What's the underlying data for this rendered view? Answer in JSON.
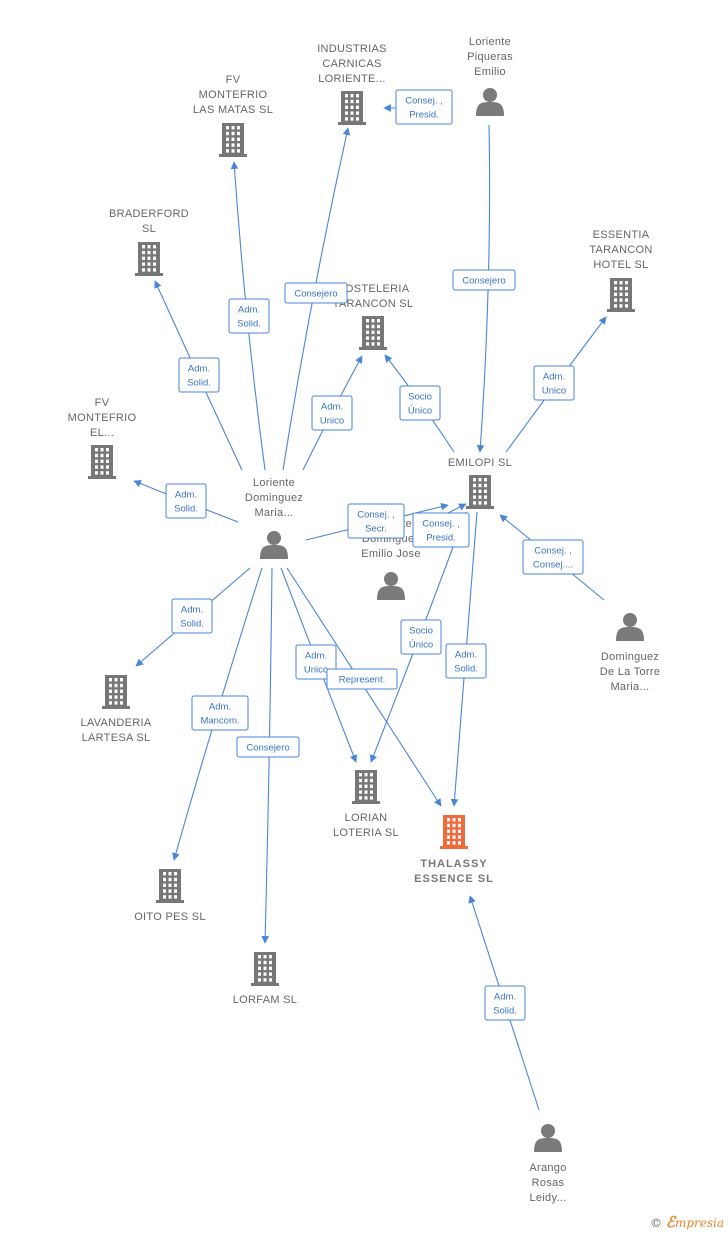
{
  "colors": {
    "edge": "#4a86d8",
    "company": "#777777",
    "focus_company": "#f06a3c",
    "person": "#7a7a7a"
  },
  "nodes": [
    {
      "id": "fv_montefrio_matas",
      "type": "company",
      "lines": [
        "FV",
        "MONTEFRIO",
        "LAS MATAS  SL"
      ]
    },
    {
      "id": "industrias_carnicas",
      "type": "company",
      "lines": [
        "INDUSTRIAS",
        "CARNICAS",
        "LORIENTE..."
      ]
    },
    {
      "id": "loriente_piqueras",
      "type": "person",
      "lines": [
        "Loriente",
        "Piqueras",
        "Emilio"
      ]
    },
    {
      "id": "braderford",
      "type": "company",
      "lines": [
        "BRADERFORD",
        "SL"
      ]
    },
    {
      "id": "hosteleria_tarancon",
      "type": "company",
      "lines": [
        "HOSTELERIA",
        "TARANCON  SL"
      ]
    },
    {
      "id": "essentia_tarancon",
      "type": "company",
      "lines": [
        "ESSENTIA",
        "TARANCON",
        "HOTEL  SL"
      ]
    },
    {
      "id": "fv_montefrio_el",
      "type": "company",
      "lines": [
        "FV",
        "MONTEFRIO",
        "EL..."
      ]
    },
    {
      "id": "emilopi",
      "type": "company",
      "lines": [
        "EMILOPI SL"
      ]
    },
    {
      "id": "loriente_dominguez_maria",
      "type": "person",
      "lines": [
        "Loriente",
        "Dominguez",
        "Maria..."
      ]
    },
    {
      "id": "loriente_dominguez_emilio",
      "type": "person",
      "lines": [
        "Loriente",
        "Dominguez",
        "Emilio Jose"
      ]
    },
    {
      "id": "dominguez_torre",
      "type": "person",
      "lines": [
        "Dominguez",
        "De La Torre",
        "Maria..."
      ]
    },
    {
      "id": "lavanderia_lartesa",
      "type": "company",
      "lines": [
        "LAVANDERIA",
        "LARTESA  SL"
      ]
    },
    {
      "id": "lorian_loteria",
      "type": "company",
      "lines": [
        "LORIAN",
        "LOTERIA  SL"
      ]
    },
    {
      "id": "thalassy_essence",
      "type": "focus",
      "lines": [
        "THALASSY",
        "ESSENCE  SL"
      ]
    },
    {
      "id": "oito_pes",
      "type": "company",
      "lines": [
        "OITO PES  SL"
      ]
    },
    {
      "id": "lorfam",
      "type": "company",
      "lines": [
        "LORFAM  SL"
      ]
    },
    {
      "id": "arango_rosas",
      "type": "person",
      "lines": [
        "Arango",
        "Rosas",
        "Leidy..."
      ]
    }
  ],
  "edges": [
    {
      "id": "e1",
      "from": "loriente_piqueras",
      "to": "industrias_carnicas",
      "label": [
        "Consej. ,",
        "Presid."
      ]
    },
    {
      "id": "e2",
      "from": "loriente_piqueras",
      "to": "emilopi",
      "label": [
        "Consejero"
      ]
    },
    {
      "id": "e3",
      "from": "loriente_dominguez_maria",
      "to": "industrias_carnicas",
      "label": [
        "Consejero"
      ]
    },
    {
      "id": "e4",
      "from": "loriente_dominguez_maria",
      "to": "fv_montefrio_matas",
      "label": [
        "Adm.",
        "Solid."
      ]
    },
    {
      "id": "e5",
      "from": "loriente_dominguez_maria",
      "to": "braderford",
      "label": [
        "Adm.",
        "Solid."
      ]
    },
    {
      "id": "e6",
      "from": "loriente_dominguez_maria",
      "to": "hosteleria_tarancon",
      "label": [
        "Adm.",
        "Unico"
      ]
    },
    {
      "id": "e7",
      "from": "emilopi",
      "to": "hosteleria_tarancon",
      "label": [
        "Socio",
        "Único"
      ]
    },
    {
      "id": "e8",
      "from": "emilopi",
      "to": "essentia_tarancon",
      "label": [
        "Adm.",
        "Unico"
      ]
    },
    {
      "id": "e9",
      "from": "loriente_dominguez_maria",
      "to": "fv_montefrio_el",
      "label": [
        "Adm.",
        "Solid."
      ]
    },
    {
      "id": "e10",
      "from": "loriente_dominguez_maria",
      "to": "emilopi",
      "label": [
        "Consej. ,",
        "Secr."
      ]
    },
    {
      "id": "e11",
      "from": "loriente_dominguez_emilio",
      "to": "emilopi",
      "label": [
        "Consej. ,",
        "Presid."
      ]
    },
    {
      "id": "e12",
      "from": "dominguez_torre",
      "to": "emilopi",
      "label": [
        "Consej. ,",
        "Consej...."
      ]
    },
    {
      "id": "e13",
      "from": "loriente_dominguez_maria",
      "to": "lavanderia_lartesa",
      "label": [
        "Adm.",
        "Solid."
      ]
    },
    {
      "id": "e14",
      "from": "loriente_dominguez_maria",
      "to": "oito_pes",
      "label": [
        "Adm.",
        "Mancom."
      ]
    },
    {
      "id": "e15",
      "from": "loriente_dominguez_maria",
      "to": "lorfam",
      "label": [
        "Consejero"
      ]
    },
    {
      "id": "e16",
      "from": "loriente_dominguez_maria",
      "to": "lorian_loteria",
      "label": [
        "Adm.",
        "Unico"
      ]
    },
    {
      "id": "e17",
      "from": "loriente_dominguez_maria",
      "to": "thalassy_essence",
      "label": [
        "Represent."
      ]
    },
    {
      "id": "e18",
      "from": "emilopi",
      "to": "lorian_loteria",
      "label": [
        "Socio",
        "Único"
      ]
    },
    {
      "id": "e19",
      "from": "emilopi",
      "to": "thalassy_essence",
      "label": [
        "Adm.",
        "Solid."
      ]
    },
    {
      "id": "e20",
      "from": "arango_rosas",
      "to": "thalassy_essence",
      "label": [
        "Adm.",
        "Solid."
      ]
    }
  ],
  "footer": {
    "copyright_symbol": "©",
    "brand_initial": "ℰ",
    "brand_rest": "mpresia"
  }
}
